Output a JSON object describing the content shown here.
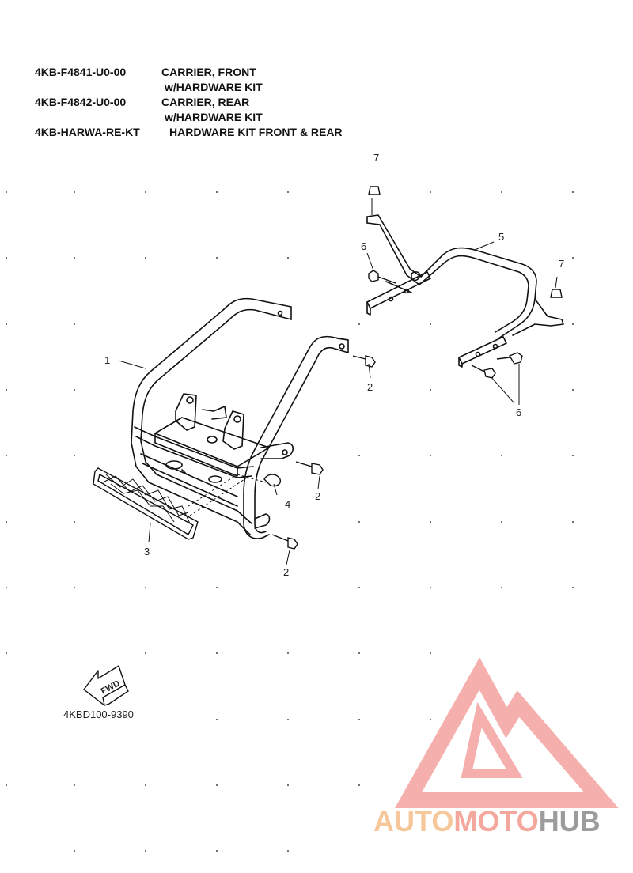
{
  "parts": [
    {
      "part_no": "4KB-F4841-U0-00",
      "desc_line1": "CARRIER, FRONT",
      "desc_line2": "w/HARDWARE KIT"
    },
    {
      "part_no": "4KB-F4842-U0-00",
      "desc_line1": "CARRIER, REAR",
      "desc_line2": "w/HARDWARE KIT"
    },
    {
      "part_no": "4KB-HARWA-RE-KT",
      "desc_line1": "HARDWARE KIT FRONT & REAR"
    }
  ],
  "callouts": {
    "c1": "1",
    "c2a": "2",
    "c2b": "2",
    "c2c": "2",
    "c3": "3",
    "c4": "4",
    "c5": "5",
    "c6a": "6",
    "c6b": "6",
    "c7a": "7",
    "c7b": "7"
  },
  "fwd_label": "FWD",
  "diagram_code": "4KBD100-9390",
  "watermark": {
    "part1": "AUTO",
    "part2": "MOTO",
    "part3": "HUB",
    "colors": {
      "auto": "#f6c79a",
      "moto": "#f4a79c",
      "hub": "#9c9c9c",
      "logo": "#f4a3a0"
    }
  }
}
